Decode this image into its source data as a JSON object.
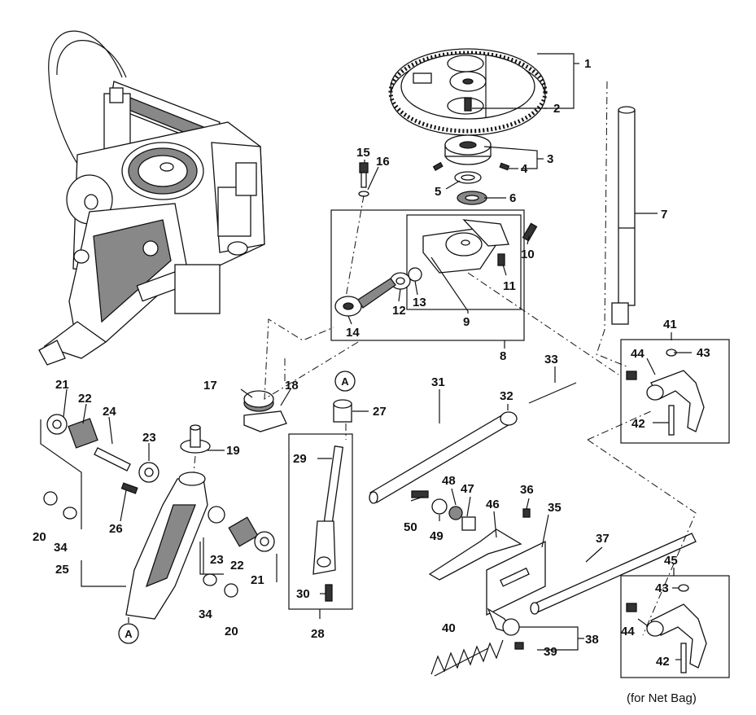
{
  "labels": {
    "l1": "1",
    "l2": "2",
    "l3": "3",
    "l4": "4",
    "l5": "5",
    "l6": "6",
    "l7": "7",
    "l8": "8",
    "l9": "9",
    "l10": "10",
    "l11": "11",
    "l12": "12",
    "l13": "13",
    "l14": "14",
    "l15": "15",
    "l16": "16",
    "l17": "17",
    "l18": "18",
    "l19": "19",
    "l20a": "20",
    "l20b": "20",
    "l21a": "21",
    "l21b": "21",
    "l22a": "22",
    "l22b": "22",
    "l23a": "23",
    "l23b": "23",
    "l24": "24",
    "l25": "25",
    "l26": "26",
    "l27": "27",
    "l28": "28",
    "l29": "29",
    "l30": "30",
    "l31": "31",
    "l32": "32",
    "l33": "33",
    "l34a": "34",
    "l34b": "34",
    "l35": "35",
    "l36": "36",
    "l37": "37",
    "l38": "38",
    "l39": "39",
    "l40": "40",
    "l41": "41",
    "l42a": "42",
    "l42b": "42",
    "l43a": "43",
    "l43b": "43",
    "l44a": "44",
    "l44b": "44",
    "l45": "45",
    "l46": "46",
    "l47": "47",
    "l48": "48",
    "l49": "49",
    "l50": "50"
  },
  "ref_marks": {
    "a_top": "A",
    "a_bottom": "A"
  },
  "caption": "(for Net Bag)",
  "icons": {
    "machine": "sewing-machine-illustration",
    "gear": "large-gear-icon",
    "shaft": "shaft-icon",
    "spring": "coil-spring-icon"
  }
}
